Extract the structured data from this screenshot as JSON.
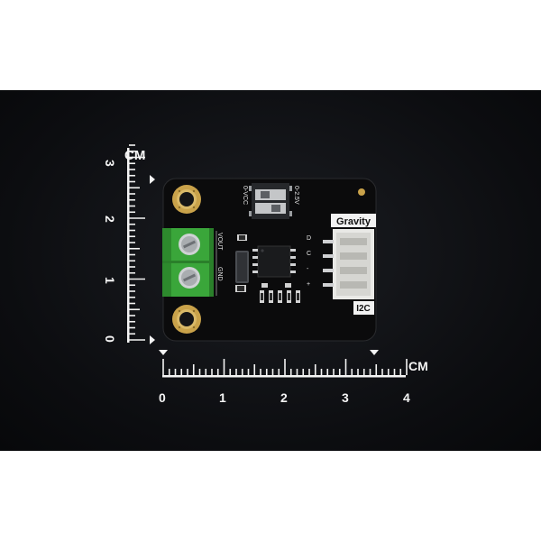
{
  "photo": {
    "scale_unit_vertical": "CM",
    "scale_unit_horizontal": "CM",
    "vertical_ticks": [
      "3",
      "2",
      "1",
      "0"
    ],
    "horizontal_ticks": [
      "0",
      "1",
      "2",
      "3",
      "4"
    ]
  },
  "board": {
    "brand_label": "Gravity",
    "interface_label": "I2C",
    "switch_label": "0-VCC",
    "switch_label_2": "0-2.5V",
    "terminal_label_top": "VOUT",
    "terminal_label_bottom": "GND",
    "pin_labels": [
      "D",
      "C",
      "-",
      "+"
    ]
  },
  "colors": {
    "background": "#0c0d10",
    "pcb": "#0b0b0c",
    "terminal_green": "#3aa63a",
    "gold": "#c9a24a",
    "scale": "#f4f4f4"
  }
}
